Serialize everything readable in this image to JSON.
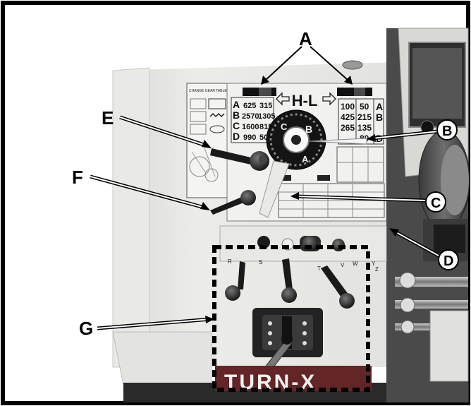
{
  "figure": {
    "callouts": {
      "a": "A",
      "b": "B",
      "c": "C",
      "d": "D",
      "e": "E",
      "f": "F",
      "g": "G"
    },
    "headstock": {
      "change_gear_table_title": "CHANGE GEAR TABLE",
      "hl_label": "H-L",
      "dial_letters": [
        "C",
        "B",
        "A"
      ],
      "left_speed_table": {
        "rows": [
          {
            "letter": "A",
            "v1": "625",
            "v2": "315"
          },
          {
            "letter": "B",
            "v1": "2570",
            "v2": "1305"
          },
          {
            "letter": "C",
            "v1": "1600",
            "v2": "815"
          },
          {
            "letter": "D",
            "v1": "990",
            "v2": "505"
          }
        ]
      },
      "right_speed_table": {
        "rows": [
          {
            "v1": "100",
            "v2": "50",
            "letter": "A"
          },
          {
            "v1": "425",
            "v2": "215",
            "letter": "B"
          },
          {
            "v1": "265",
            "v2": "135",
            "letter": ""
          },
          {
            "v1": "",
            "v2": "80",
            "letter": "D"
          }
        ]
      },
      "gearbox_knob_letters": [
        "R",
        "S",
        "T",
        "V",
        "W",
        "Y",
        "Z"
      ],
      "brand": "TURN-X"
    },
    "colors": {
      "machine_body": "#e6e6e2",
      "panel": "#ececea",
      "lever_black": "#1a1a1a",
      "label_frame": "#000000"
    }
  }
}
